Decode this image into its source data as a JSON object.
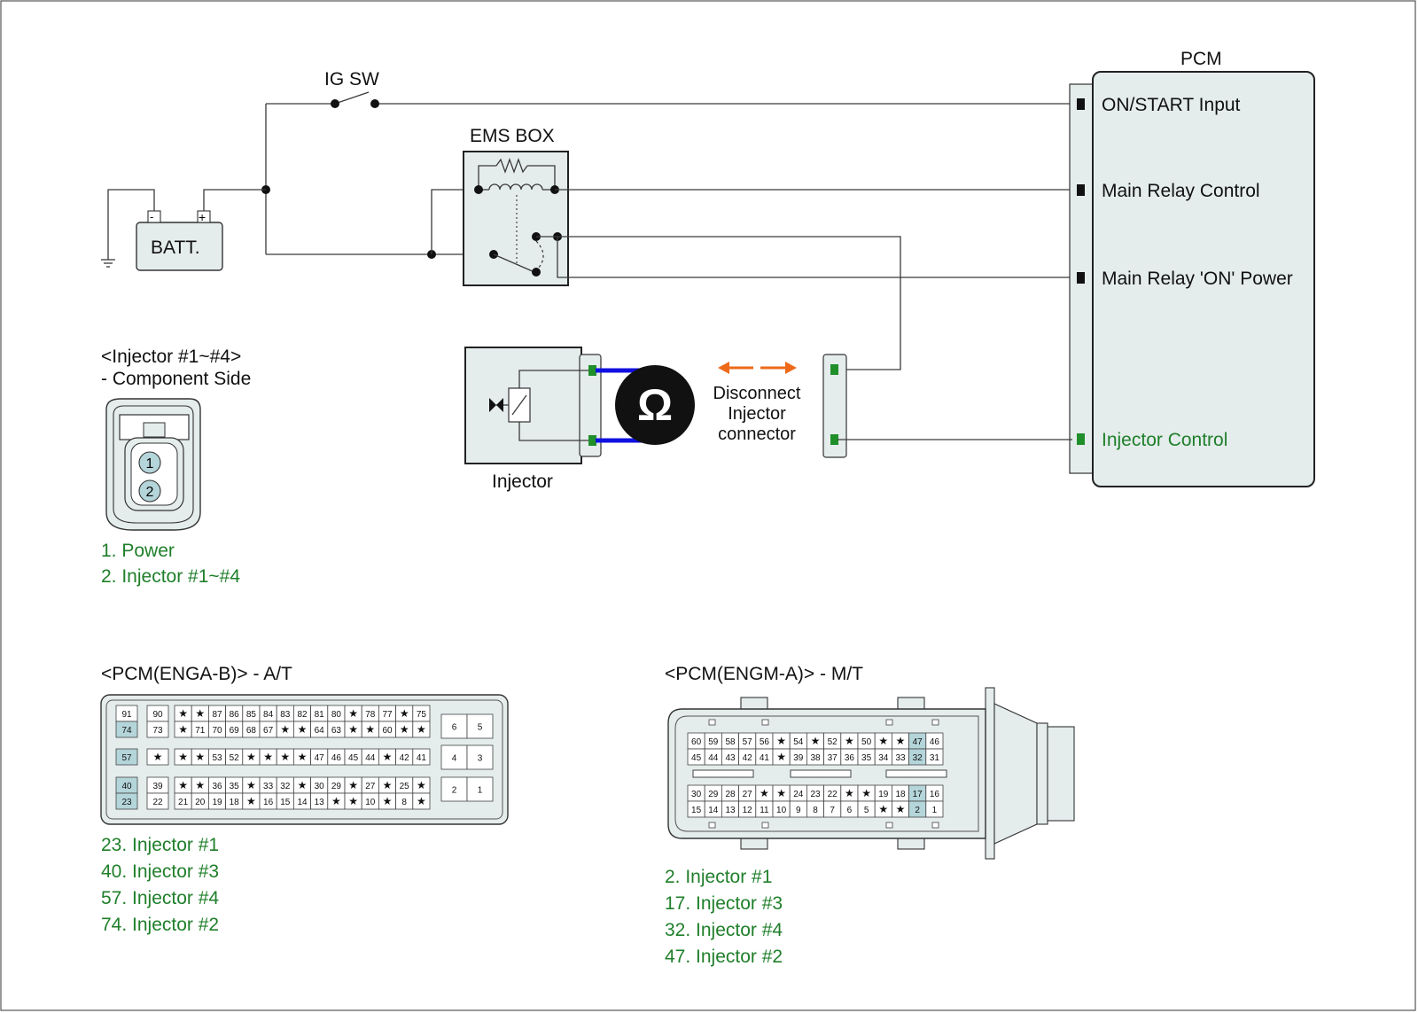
{
  "diagram": {
    "ig_sw": "IG SW",
    "ems_box": "EMS BOX",
    "batt": "BATT.",
    "batt_minus": "-",
    "batt_plus": "+",
    "pcm_title": "PCM",
    "pcm_inputs": [
      "ON/START Input",
      "Main Relay Control",
      "Main Relay 'ON' Power",
      "Injector Control"
    ],
    "injector_label": "Injector",
    "ohm_symbol": "Ω",
    "disconnect_lines": [
      "Disconnect",
      "Injector",
      "connector"
    ]
  },
  "injector_connector": {
    "title": "<Injector #1~#4>",
    "subtitle": "- Component Side",
    "pins": [
      "1",
      "2"
    ],
    "legend": [
      "1. Power",
      "2. Injector #1~#4"
    ]
  },
  "pcm_enga_b": {
    "title": "<PCM(ENGA-B)> - A/T",
    "rows": [
      [
        "91",
        "90",
        "★",
        "★",
        "87",
        "86",
        "85",
        "84",
        "83",
        "82",
        "81",
        "80",
        "★",
        "78",
        "77",
        "★",
        "75"
      ],
      [
        "74",
        "73",
        "★",
        "71",
        "70",
        "69",
        "68",
        "67",
        "★",
        "★",
        "64",
        "63",
        "★",
        "★",
        "60",
        "★",
        "★"
      ],
      [
        "57",
        "★",
        "★",
        "★",
        "53",
        "52",
        "★",
        "★",
        "★",
        "★",
        "47",
        "46",
        "45",
        "44",
        "★",
        "42",
        "41"
      ],
      [
        "40",
        "39",
        "★",
        "★",
        "36",
        "35",
        "★",
        "33",
        "32",
        "★",
        "30",
        "29",
        "★",
        "27",
        "★",
        "25",
        "★"
      ],
      [
        "23",
        "22",
        "21",
        "20",
        "19",
        "18",
        "★",
        "16",
        "15",
        "14",
        "13",
        "★",
        "★",
        "10",
        "★",
        "8",
        "★"
      ]
    ],
    "side_pins": [
      [
        "6",
        "5"
      ],
      [
        "4",
        "3"
      ],
      [
        "2",
        "1"
      ]
    ],
    "highlight": [
      "74",
      "57",
      "40",
      "23"
    ],
    "legend": [
      "23. Injector #1",
      "40. Injector #3",
      "57. Injector #4",
      "74. Injector #2"
    ]
  },
  "pcm_engm_a": {
    "title": "<PCM(ENGM-A)> - M/T",
    "rows": [
      [
        "60",
        "59",
        "58",
        "57",
        "56",
        "★",
        "54",
        "★",
        "52",
        "★",
        "50",
        "★",
        "★",
        "47",
        "46"
      ],
      [
        "45",
        "44",
        "43",
        "42",
        "41",
        "★",
        "39",
        "38",
        "37",
        "36",
        "35",
        "34",
        "33",
        "32",
        "31"
      ],
      [
        "30",
        "29",
        "28",
        "27",
        "★",
        "★",
        "24",
        "23",
        "22",
        "★",
        "★",
        "19",
        "18",
        "17",
        "16"
      ],
      [
        "15",
        "14",
        "13",
        "12",
        "11",
        "10",
        "9",
        "8",
        "7",
        "6",
        "5",
        "★",
        "★",
        "2",
        "1"
      ]
    ],
    "highlight": [
      "47",
      "32",
      "17",
      "2"
    ],
    "legend": [
      "2. Injector #1",
      "17. Injector #3",
      "32. Injector #4",
      "47. Injector #2"
    ]
  },
  "colors": {
    "green_text": "#1f7f2a",
    "highlight": "#b4d5da",
    "box_fill": "#e4ecec",
    "probe_lead": "#1010e0",
    "arrow": "#ee6a1a"
  }
}
